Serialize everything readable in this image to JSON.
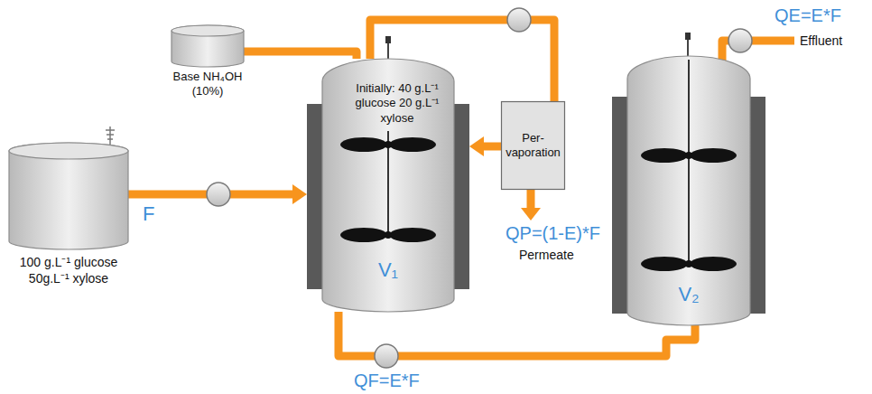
{
  "diagram": {
    "nodes": [
      {
        "text": [
          "Base NH₄OH (10%)"
        ]
      },
      {
        "text": [
          "100 g.L⁻¹ glucose 50g.L⁻¹ xylose"
        ]
      },
      {
        "text": [
          "Initially: 40 g.L⁻¹ glucose 20 g.L⁻¹ xylose",
          "V₁"
        ]
      },
      {
        "text": [
          "Per- vaporation"
        ]
      },
      {
        "text": [
          "V₂"
        ]
      }
    ],
    "edges": [
      {
        "from": 1,
        "to": 2,
        "arrow": "to",
        "label": "F"
      },
      {
        "from": 0,
        "to": 2,
        "arrow": "none"
      },
      {
        "from": 2,
        "to": 3,
        "arrow": "none"
      },
      {
        "from": 3,
        "to": 2,
        "arrow": "to"
      },
      {
        "from": 2,
        "to": 4,
        "arrow": "none",
        "label": "QF=E*F"
      }
    ],
    "labels": [
      "QP=(1-E)*F",
      "Permeate",
      "QE=E*F",
      "Effluent"
    ]
  }
}
